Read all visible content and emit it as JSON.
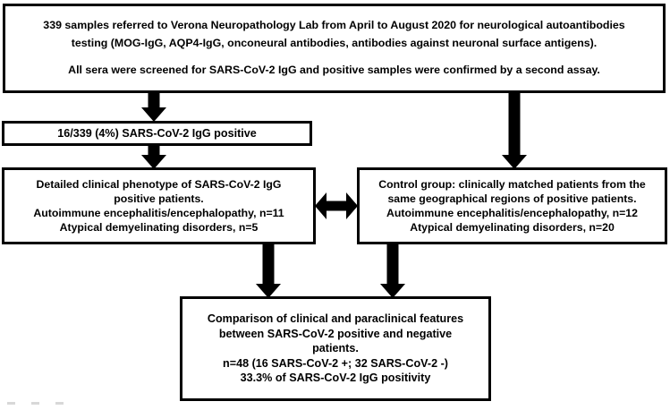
{
  "diagram": {
    "title": "SARS-CoV-2 IgG serology study flowchart",
    "colors": {
      "background": "#ffffff",
      "box_border": "#000000",
      "text": "#000000",
      "arrow": "#000000",
      "artifact": "#d8d8d8"
    },
    "nodes": {
      "intake": {
        "id": "intake",
        "lines": [
          "339 samples referred to Verona Neuropathology Lab from April to August 2020 for neurological autoantibodies",
          "testing (MOG-IgG, AQP4-IgG, onconeural antibodies, antibodies against neuronal surface antigens).",
          "",
          "All sera were screened for SARS-CoV-2 IgG and positive samples were confirmed by a second assay."
        ]
      },
      "seropositive": {
        "id": "seropositive",
        "lines": [
          "16/339 (4%) SARS-CoV-2 IgG positive"
        ]
      },
      "cases": {
        "id": "cases",
        "lines": [
          "Detailed clinical phenotype of SARS-CoV-2 IgG",
          "positive patients.",
          "Autoimmune encephalitis/encephalopathy, n=11",
          "Atypical demyelinating disorders, n=5"
        ]
      },
      "controls": {
        "id": "controls",
        "lines": [
          "Control group: clinically matched patients from the",
          "same geographical regions of positive patients.",
          "Autoimmune encephalitis/encephalopathy, n=12",
          "Atypical demyelinating disorders, n=20"
        ]
      },
      "comparison": {
        "id": "comparison",
        "lines": [
          "Comparison of clinical and paraclinical features",
          "between SARS-CoV-2 positive and negative",
          "patients.",
          "n=48 (16 SARS-CoV-2 +; 32 SARS-CoV-2 -)",
          "33.3% of SARS-CoV-2 IgG positivity"
        ]
      }
    },
    "connectors": [
      {
        "id": "intake-to-seropositive",
        "from": "intake",
        "to": "seropositive",
        "direction": "down"
      },
      {
        "id": "seropositive-to-cases",
        "from": "seropositive",
        "to": "cases",
        "direction": "down"
      },
      {
        "id": "intake-to-controls",
        "from": "intake",
        "to": "controls",
        "direction": "down"
      },
      {
        "id": "cases-controls",
        "from": "cases",
        "to": "controls",
        "direction": "bidirectional-horizontal"
      },
      {
        "id": "cases-to-comparison",
        "from": "cases",
        "to": "comparison",
        "direction": "down"
      },
      {
        "id": "controls-to-comparison",
        "from": "controls",
        "to": "comparison",
        "direction": "down"
      }
    ]
  }
}
